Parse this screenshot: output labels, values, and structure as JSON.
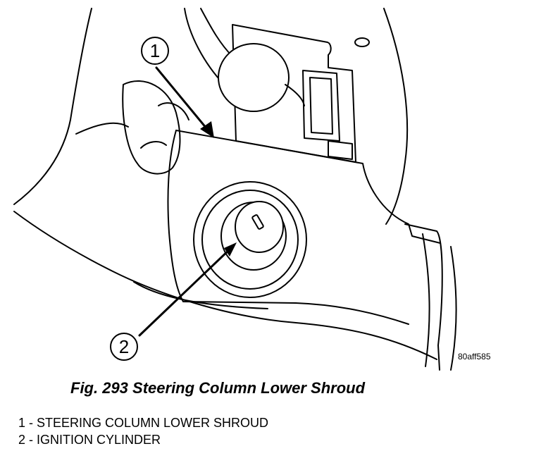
{
  "figure": {
    "callouts": [
      {
        "number": "1"
      },
      {
        "number": "2"
      }
    ],
    "drawing_code": "80aff585",
    "caption": "Fig. 293 Steering Column Lower Shroud"
  },
  "legend": [
    {
      "number": "1",
      "text": "1 - STEERING COLUMN LOWER SHROUD"
    },
    {
      "number": "2",
      "text": "2 - IGNITION CYLINDER"
    }
  ]
}
